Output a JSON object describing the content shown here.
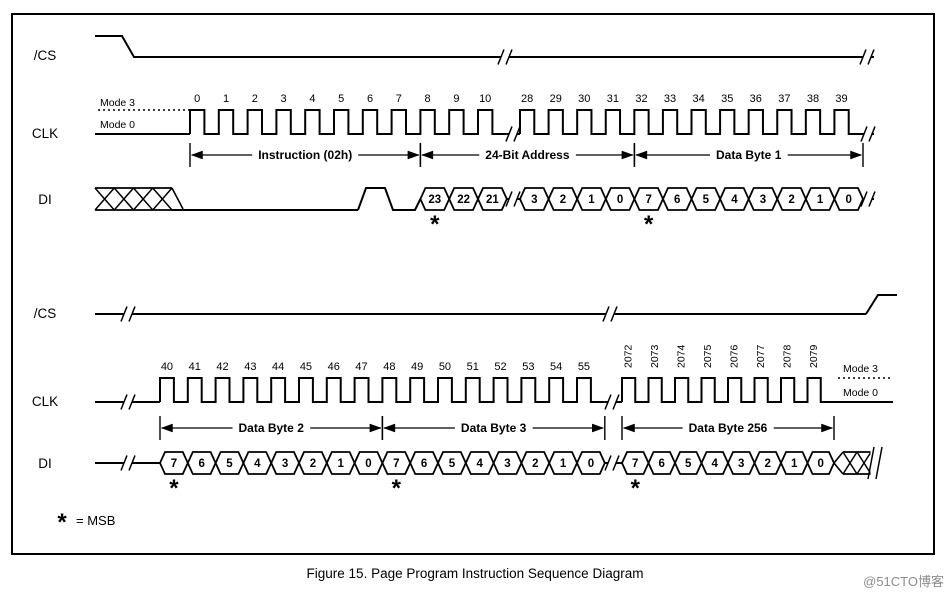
{
  "figure": {
    "caption": "Figure 15. Page Program Instruction Sequence Diagram",
    "watermark": "@51CTO博客",
    "legend": {
      "symbol": "*",
      "text": "= MSB"
    }
  },
  "signal_names": {
    "cs": "/CS",
    "clk": "CLK",
    "di": "DI"
  },
  "mode_labels": {
    "mode3": "Mode 3",
    "mode0": "Mode 0"
  },
  "colors": {
    "line": "#000000",
    "background": "#ffffff",
    "watermark": "#8c8c8c"
  },
  "top_panel": {
    "clock_numbers_first": [
      "0",
      "1",
      "2",
      "3",
      "4",
      "5",
      "6",
      "7",
      "8",
      "9",
      "10"
    ],
    "clock_numbers_second": [
      "28",
      "29",
      "30",
      "31",
      "32",
      "33",
      "34",
      "35",
      "36",
      "37",
      "38",
      "39"
    ],
    "spans": [
      "Instruction (02h)",
      "24-Bit Address",
      "Data Byte 1"
    ],
    "di_cells_first": [
      "23",
      "22",
      "21"
    ],
    "di_cells_second": [
      "3",
      "2",
      "1",
      "0"
    ],
    "di_cells_third": [
      "7",
      "6",
      "5",
      "4",
      "3",
      "2",
      "1",
      "0"
    ]
  },
  "bottom_panel": {
    "clock_numbers_first": [
      "40",
      "41",
      "42",
      "43",
      "44",
      "45",
      "46",
      "47",
      "48",
      "49",
      "50",
      "51",
      "52",
      "53",
      "54",
      "55"
    ],
    "clock_numbers_second": [
      "2072",
      "2073",
      "2074",
      "2075",
      "2076",
      "2077",
      "2078",
      "2079"
    ],
    "spans": [
      "Data Byte 2",
      "Data Byte 3",
      "Data Byte 256"
    ],
    "di_cells_first": [
      "7",
      "6",
      "5",
      "4",
      "3",
      "2",
      "1",
      "0"
    ],
    "di_cells_second": [
      "7",
      "6",
      "5",
      "4",
      "3",
      "2",
      "1",
      "0"
    ],
    "di_cells_third": [
      "7",
      "6",
      "5",
      "4",
      "3",
      "2",
      "1",
      "0"
    ]
  }
}
